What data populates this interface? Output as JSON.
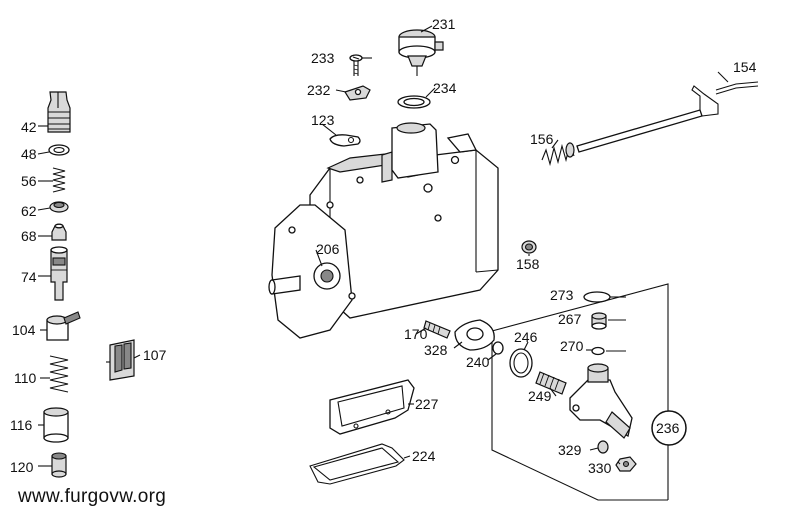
{
  "labels": {
    "p42": "42",
    "p48": "48",
    "p56": "56",
    "p62": "62",
    "p68": "68",
    "p74": "74",
    "p104": "104",
    "p107": "107",
    "p110": "110",
    "p116": "116",
    "p120": "120",
    "p123": "123",
    "p154": "154",
    "p156": "156",
    "p158": "158",
    "p170": "170",
    "p206": "206",
    "p224": "224",
    "p227": "227",
    "p231": "231",
    "p232": "232",
    "p233": "233",
    "p234": "234",
    "p236": "236",
    "p240": "240",
    "p246": "246",
    "p249": "249",
    "p267": "267",
    "p270": "270",
    "p273": "273",
    "p328": "328",
    "p329": "329",
    "p330": "330"
  },
  "footer": {
    "url": "www.furgovw.org"
  }
}
